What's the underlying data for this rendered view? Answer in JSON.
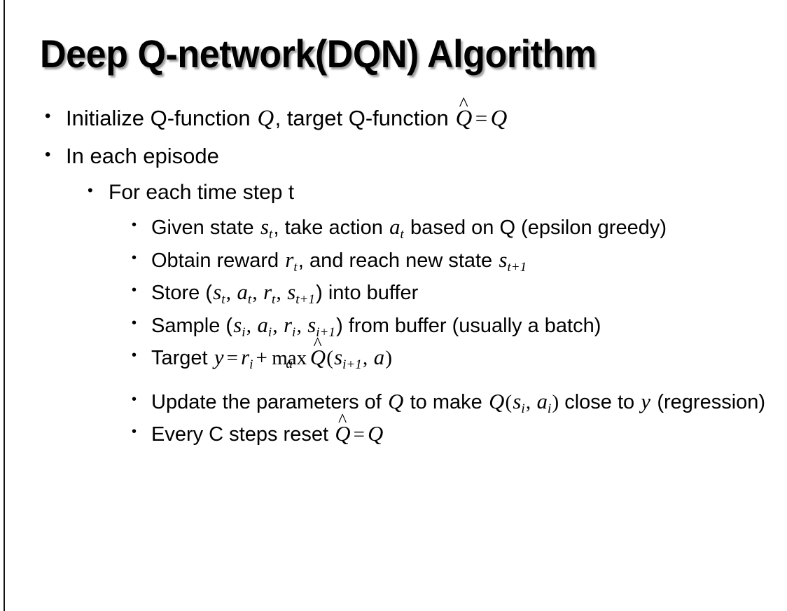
{
  "slide": {
    "title": "Deep Q-network(DQN) Algorithm",
    "background_color": "#ffffff",
    "text_color": "#000000",
    "edge_rule_color": "#141414"
  },
  "bullets": {
    "b1": {
      "marker": "•",
      "pre": "Initialize Q-function ",
      "var_q1": "Q",
      "mid": ", target Q-function ",
      "qhat": "Q",
      "hat": "^",
      "eq": "=",
      "var_q2": "Q"
    },
    "b2": {
      "marker": "•",
      "text": "In each episode"
    },
    "b3": {
      "marker": "•",
      "text": "For each time step t"
    },
    "b4": {
      "marker": "•",
      "pre": "Given state ",
      "var_s": "s",
      "sub_s": "t",
      "mid": ", take action ",
      "var_a": "a",
      "sub_a": "t",
      "post": " based on Q (epsilon greedy)"
    },
    "b5": {
      "marker": "•",
      "pre": "Obtain reward ",
      "var_r": "r",
      "sub_r": "t",
      "mid": ", and reach new state ",
      "var_s": "s",
      "sub_s": "t+1"
    },
    "b6": {
      "marker": "•",
      "pre": "Store (",
      "var_s1": "s",
      "sub_s1": "t",
      "c1": ", ",
      "var_a": "a",
      "sub_a": "t",
      "c2": ", ",
      "var_r": "r",
      "sub_r": "t",
      "c3": ", ",
      "var_s2": "s",
      "sub_s2": "t+1",
      "post": ") into buffer"
    },
    "b7": {
      "marker": "•",
      "pre": "Sample (",
      "var_s1": "s",
      "sub_s1": "i",
      "c1": ", ",
      "var_a": "a",
      "sub_a": "i",
      "c2": ", ",
      "var_r": "r",
      "sub_r": "i",
      "c3": ", ",
      "var_s2": "s",
      "sub_s2": "i+1",
      "post": ") from buffer (usually a batch)"
    },
    "b8": {
      "marker": "•",
      "pre": "Target ",
      "var_y": "y",
      "eq": "=",
      "var_r": "r",
      "sub_r": "i",
      "plus": "+",
      "max_op": "max",
      "max_limit": "a",
      "qhat": "Q",
      "hat": "^",
      "paren_open": "(",
      "var_s": "s",
      "sub_s": "i+1",
      "comma": ", ",
      "var_a": "a",
      "paren_close": ")"
    },
    "b9": {
      "marker": "•",
      "pre": "Update the parameters of ",
      "var_q1": "Q",
      "mid": " to make ",
      "var_q2": "Q",
      "paren_open": "(",
      "var_s": "s",
      "sub_s": "i",
      "comma": ", ",
      "var_a": "a",
      "sub_a": "i",
      "paren_close": ")",
      "post": " close to ",
      "var_y": "y",
      "tail": " (regression)"
    },
    "b10": {
      "marker": "•",
      "pre": "Every C steps reset ",
      "qhat": "Q",
      "hat": "^",
      "eq": "=",
      "var_q": "Q"
    }
  }
}
